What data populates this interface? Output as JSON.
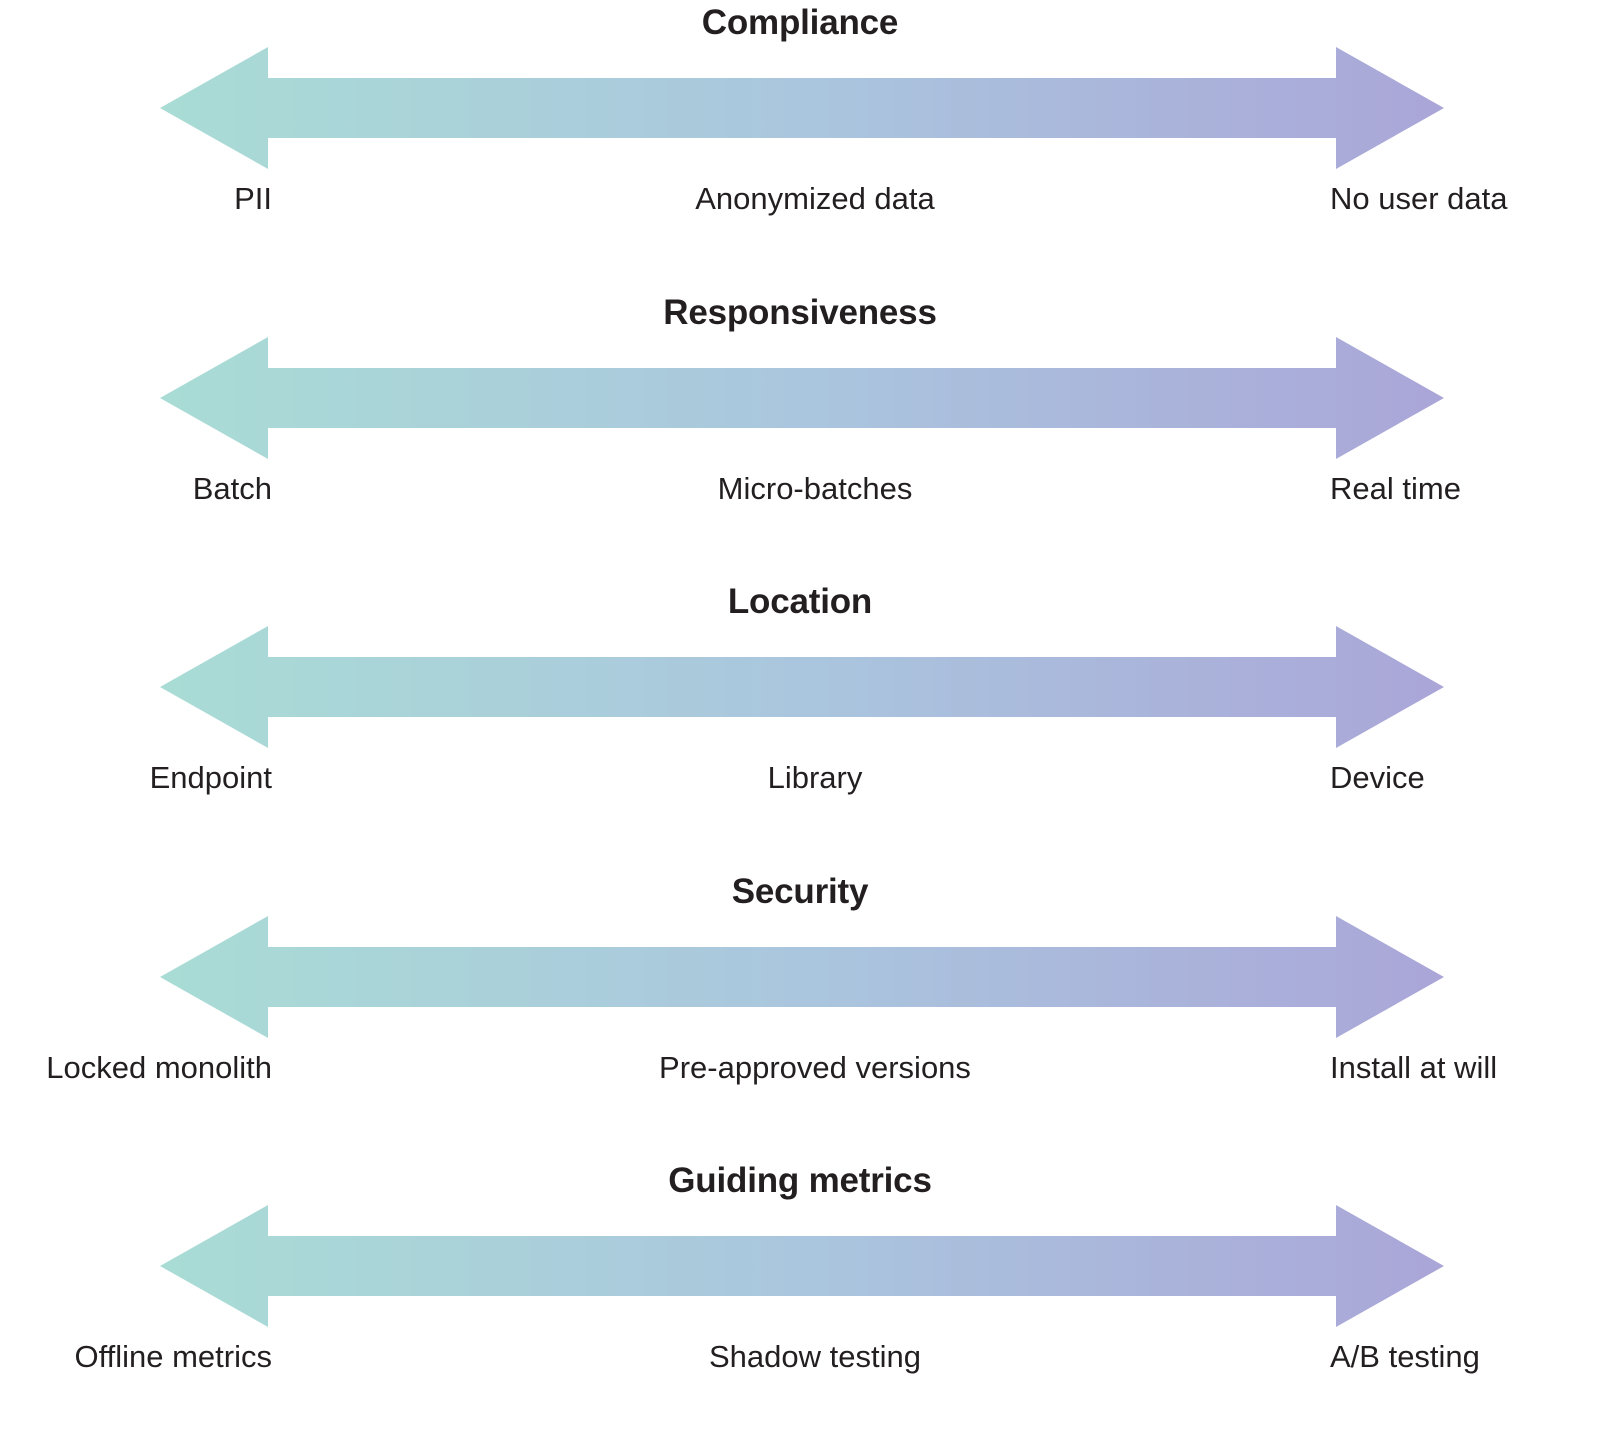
{
  "diagram": {
    "type": "double-headed-gradient-arrow-spectrums",
    "background_color": "#ffffff",
    "text_color": "#231f20",
    "gradient": {
      "left_color": "#a9dcd5",
      "mid_color": "#aac6de",
      "right_color": "#aaa6d8"
    },
    "rows": [
      {
        "title": "Compliance",
        "left_label": "PII",
        "mid_label": "Anonymized data",
        "right_label": "No user data"
      },
      {
        "title": "Responsiveness",
        "left_label": "Batch",
        "mid_label": "Micro-batches",
        "right_label": "Real time"
      },
      {
        "title": "Location",
        "left_label": "Endpoint",
        "mid_label": "Library",
        "right_label": "Device"
      },
      {
        "title": "Security",
        "left_label": "Locked monolith",
        "mid_label": "Pre-approved versions",
        "right_label": "Install at will"
      },
      {
        "title": "Guiding metrics",
        "left_label": "Offline metrics",
        "mid_label": "Shadow testing",
        "right_label": "A/B testing"
      }
    ]
  }
}
